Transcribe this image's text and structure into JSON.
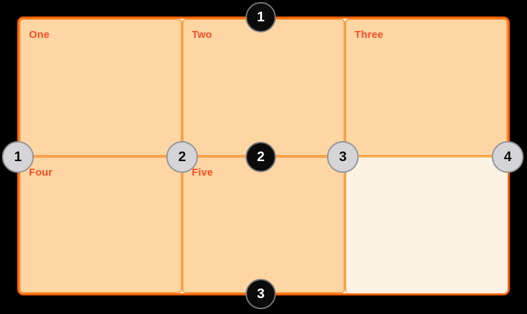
{
  "diagram": {
    "type": "css-grid-numbered-lines",
    "colors": {
      "page_background": "#000000",
      "container_border": "#FF6200",
      "container_background": "#FDF3E4",
      "cell_background": "#FDD6A4",
      "cell_border": "#F9A14B",
      "empty_cell_line": "#FBB96B",
      "label_text": "#FB4C26",
      "row_badge_fill": "#0B0B0C",
      "row_badge_text": "#FFFFFF",
      "column_badge_fill": "#D5D5D7",
      "column_badge_text": "#0B0B0C"
    }
  },
  "grid": {
    "columns": 3,
    "rows": 2,
    "cells": [
      {
        "label": "One"
      },
      {
        "label": "Two"
      },
      {
        "label": "Three"
      },
      {
        "label": "Four"
      },
      {
        "label": "Five"
      },
      {
        "label": ""
      }
    ]
  },
  "badges": {
    "row_lines": [
      {
        "label": "1"
      },
      {
        "label": "2"
      },
      {
        "label": "3"
      }
    ],
    "column_lines": [
      {
        "label": "1"
      },
      {
        "label": "2"
      },
      {
        "label": "3"
      },
      {
        "label": "4"
      }
    ]
  }
}
